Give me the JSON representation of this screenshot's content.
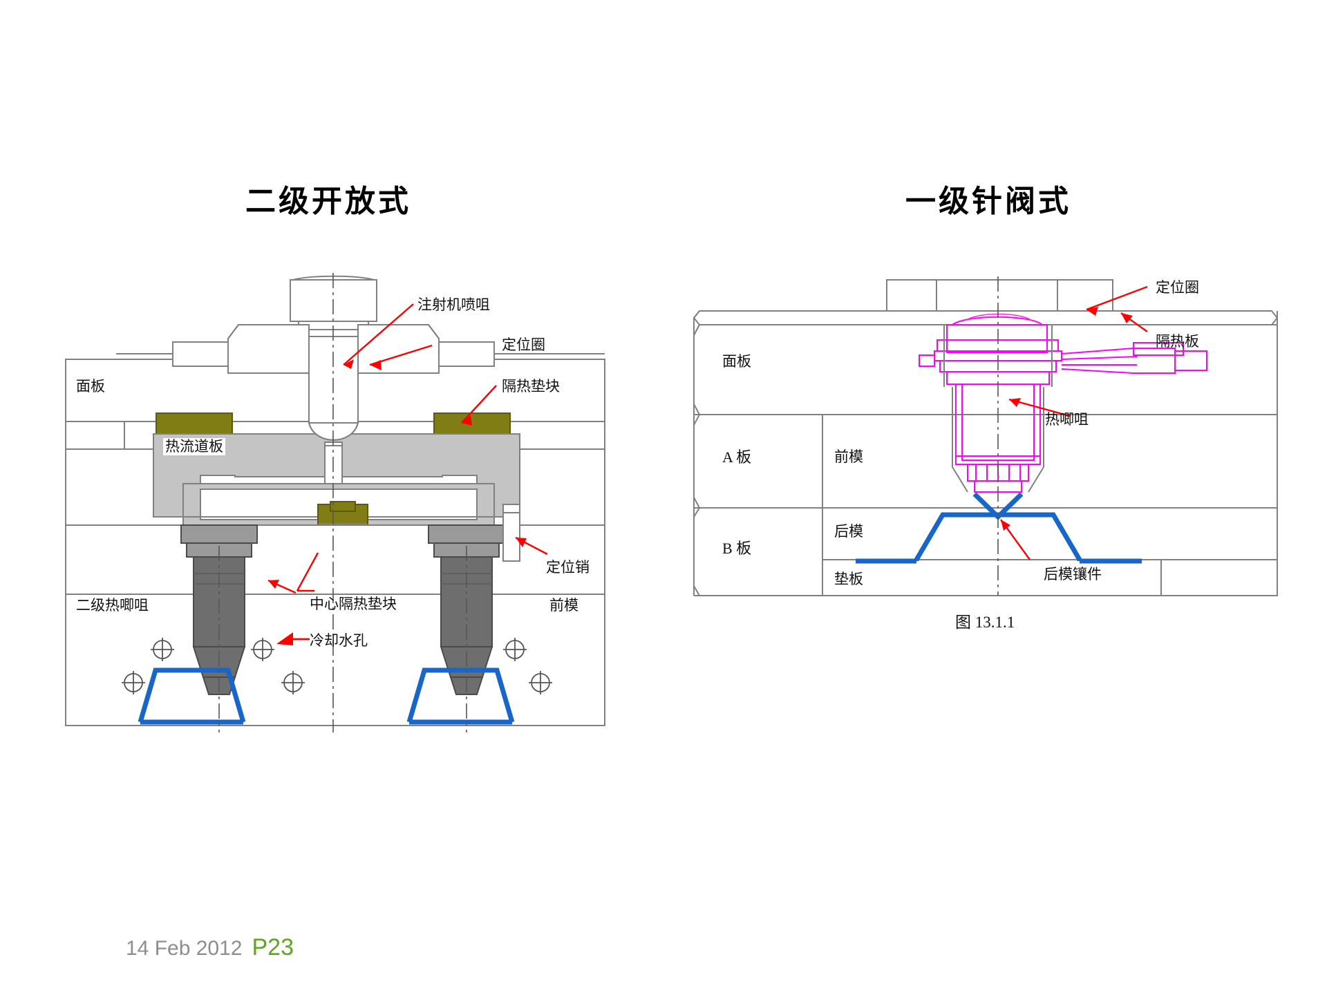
{
  "slide": {
    "footer": {
      "date": "14 Feb 2012",
      "page": "P23",
      "date_color": "#8d8d8d",
      "page_color": "#5ea524"
    }
  },
  "left_diagram": {
    "title": "二级开放式",
    "labels": {
      "injection_nozzle": "注射机喷咀",
      "locating_ring": "定位圈",
      "insulation_block": "隔热垫块",
      "face_plate": "面板",
      "hot_runner_plate": "热流道板",
      "locating_pin": "定位销",
      "secondary_hot_nozzle": "二级热唧咀",
      "center_insulation_block": "中心隔热垫块",
      "cooling_water_hole": "冷却水孔",
      "front_mold": "前模"
    },
    "colors": {
      "outline": "#808080",
      "plate_fill": "#c4c4c4",
      "nozzle_fill": "#6e6e6e",
      "insulation_fill": "#807d14",
      "part_blue": "#1766c8",
      "leader": "#ff0000"
    }
  },
  "right_diagram": {
    "title": "一级针阀式",
    "caption": "图 13.1.1",
    "labels": {
      "locating_ring": "定位圈",
      "insulation_plate": "隔热板",
      "face_plate": "面板",
      "a_plate": "A 板",
      "b_plate": "B 板",
      "cushion_plate": "垫板",
      "front_mold": "前模",
      "rear_mold": "后模",
      "rear_mold_insert": "后模镶件",
      "hot_nozzle": "热唧咀"
    },
    "colors": {
      "outline": "#808080",
      "nozzle_magenta": "#ff00ff",
      "part_blue": "#1766c8",
      "leader": "#ff0000"
    }
  }
}
